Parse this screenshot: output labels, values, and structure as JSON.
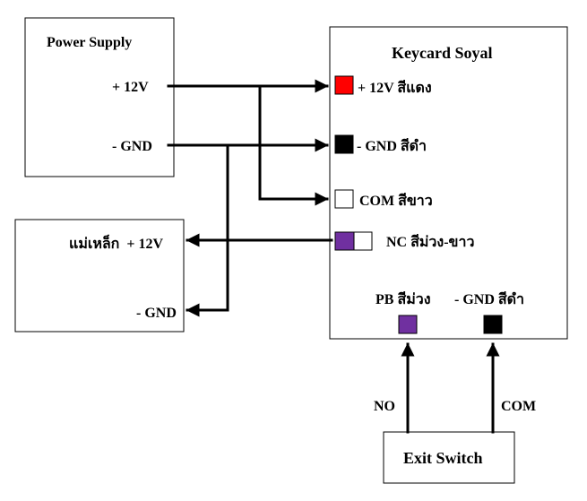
{
  "power_supply": {
    "title": "Power Supply",
    "plus": "+ 12V",
    "gnd": "- GND"
  },
  "keycard": {
    "title": "Keycard Soyal",
    "terminals": {
      "red": {
        "label": "+ 12V สีแดง",
        "color": "#ff0000"
      },
      "black": {
        "label": "- GND สีดำ",
        "color": "#000000"
      },
      "com": {
        "label": "COM สีขาว",
        "color": "#ffffff"
      },
      "nc": {
        "label": "NC สีม่วง-ขาว",
        "color_left": "#7030a0",
        "color_right": "#ffffff"
      },
      "pb": {
        "label": "PB สีม่วง",
        "color": "#7030a0"
      },
      "gnd2": {
        "label": "- GND สีดำ",
        "color": "#000000"
      }
    }
  },
  "maglock": {
    "plus": "แม่เหล็ก  + 12V",
    "gnd": "- GND"
  },
  "exit_switch": {
    "title": "Exit Switch",
    "no": "NO",
    "com": "COM"
  }
}
